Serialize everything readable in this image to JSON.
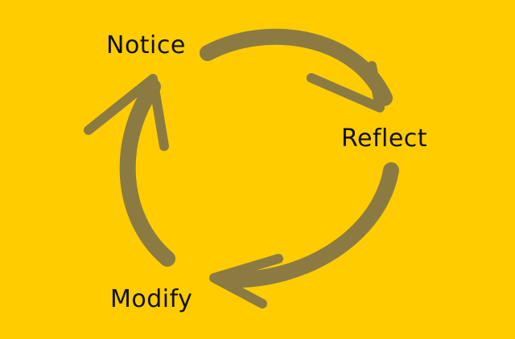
{
  "diagram": {
    "nodes": [
      {
        "id": "notice",
        "label": "Notice"
      },
      {
        "id": "reflect",
        "label": "Reflect"
      },
      {
        "id": "modify",
        "label": "Modify"
      }
    ],
    "edges": [
      {
        "from": "notice",
        "to": "reflect"
      },
      {
        "from": "reflect",
        "to": "modify"
      },
      {
        "from": "modify",
        "to": "notice"
      }
    ]
  },
  "colors": {
    "background": "#FFCC00",
    "arrow": "#8B7B42",
    "text": "#111111"
  }
}
